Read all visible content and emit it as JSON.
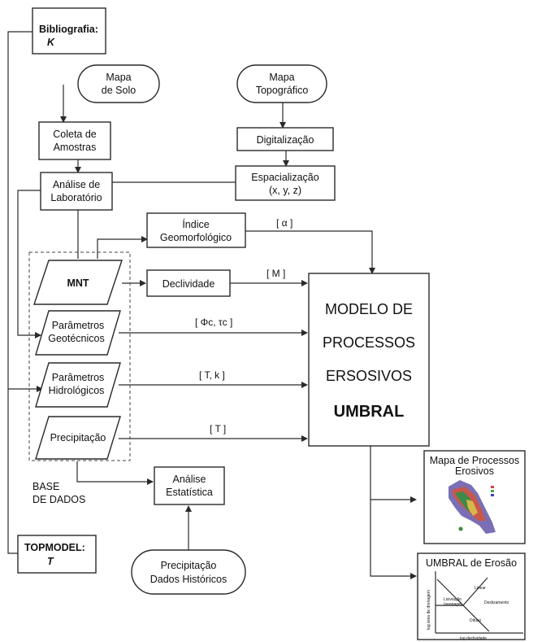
{
  "nodes": {
    "bibliografia": {
      "line1": "Bibliografia:",
      "line2": "K"
    },
    "mapa_solo": {
      "line1": "Mapa",
      "line2": "de Solo"
    },
    "mapa_topo": {
      "line1": "Mapa",
      "line2": "Topográfico"
    },
    "coleta": {
      "line1": "Coleta de",
      "line2": "Amostras"
    },
    "digitalizacao": {
      "line1": "Digitalização"
    },
    "analise_lab": {
      "line1": "Análise de",
      "line2": "Laboratório"
    },
    "espacializacao": {
      "line1": "Espacialização",
      "line2": "(x, y, z)"
    },
    "indice": {
      "line1": "Índice",
      "line2": "Geomorfológico"
    },
    "mnt": {
      "line1": "MNT"
    },
    "declividade": {
      "line1": "Declividade"
    },
    "param_geo": {
      "line1": "Parâmetros",
      "line2": "Geotécnicos"
    },
    "param_hidro": {
      "line1": "Parâmetros",
      "line2": "Hidrológicos"
    },
    "precipitacao": {
      "line1": "Precipitação"
    },
    "base_dados": {
      "line1": "BASE",
      "line2": "DE DADOS"
    },
    "analise_est": {
      "line1": "Análise",
      "line2": "Estatística"
    },
    "precip_hist": {
      "line1": "Precipitação",
      "line2": "Dados Históricos"
    },
    "topmodel": {
      "line1": "TOPMODEL:",
      "line2": "T"
    },
    "modelo": {
      "line1": "MODELO DE",
      "line2": "PROCESSOS",
      "line3": "ERSOSIVOS",
      "line4": "UMBRAL"
    },
    "mapa_processos": {
      "line1": "Mapa de Processos",
      "line2": "Erosivos"
    },
    "umbral_erosao": {
      "title": "UMBRAL de Erosão"
    }
  },
  "edge_labels": {
    "alpha": "[ α ]",
    "m": "[ M ]",
    "phi_tau": "[ Φc, τc ]",
    "t_k": "[ T, k ]",
    "t": "[ T ]"
  },
  "umbral_chart": {
    "regions": {
      "linear": "Linear",
      "lixiviacao": "Lixiviação",
      "seepage": "(seepage)",
      "deslizamento": "Deslizamento",
      "difuso": "Difuso"
    },
    "ylabel": "log área de drenagem",
    "xlabel": "log declividade"
  }
}
